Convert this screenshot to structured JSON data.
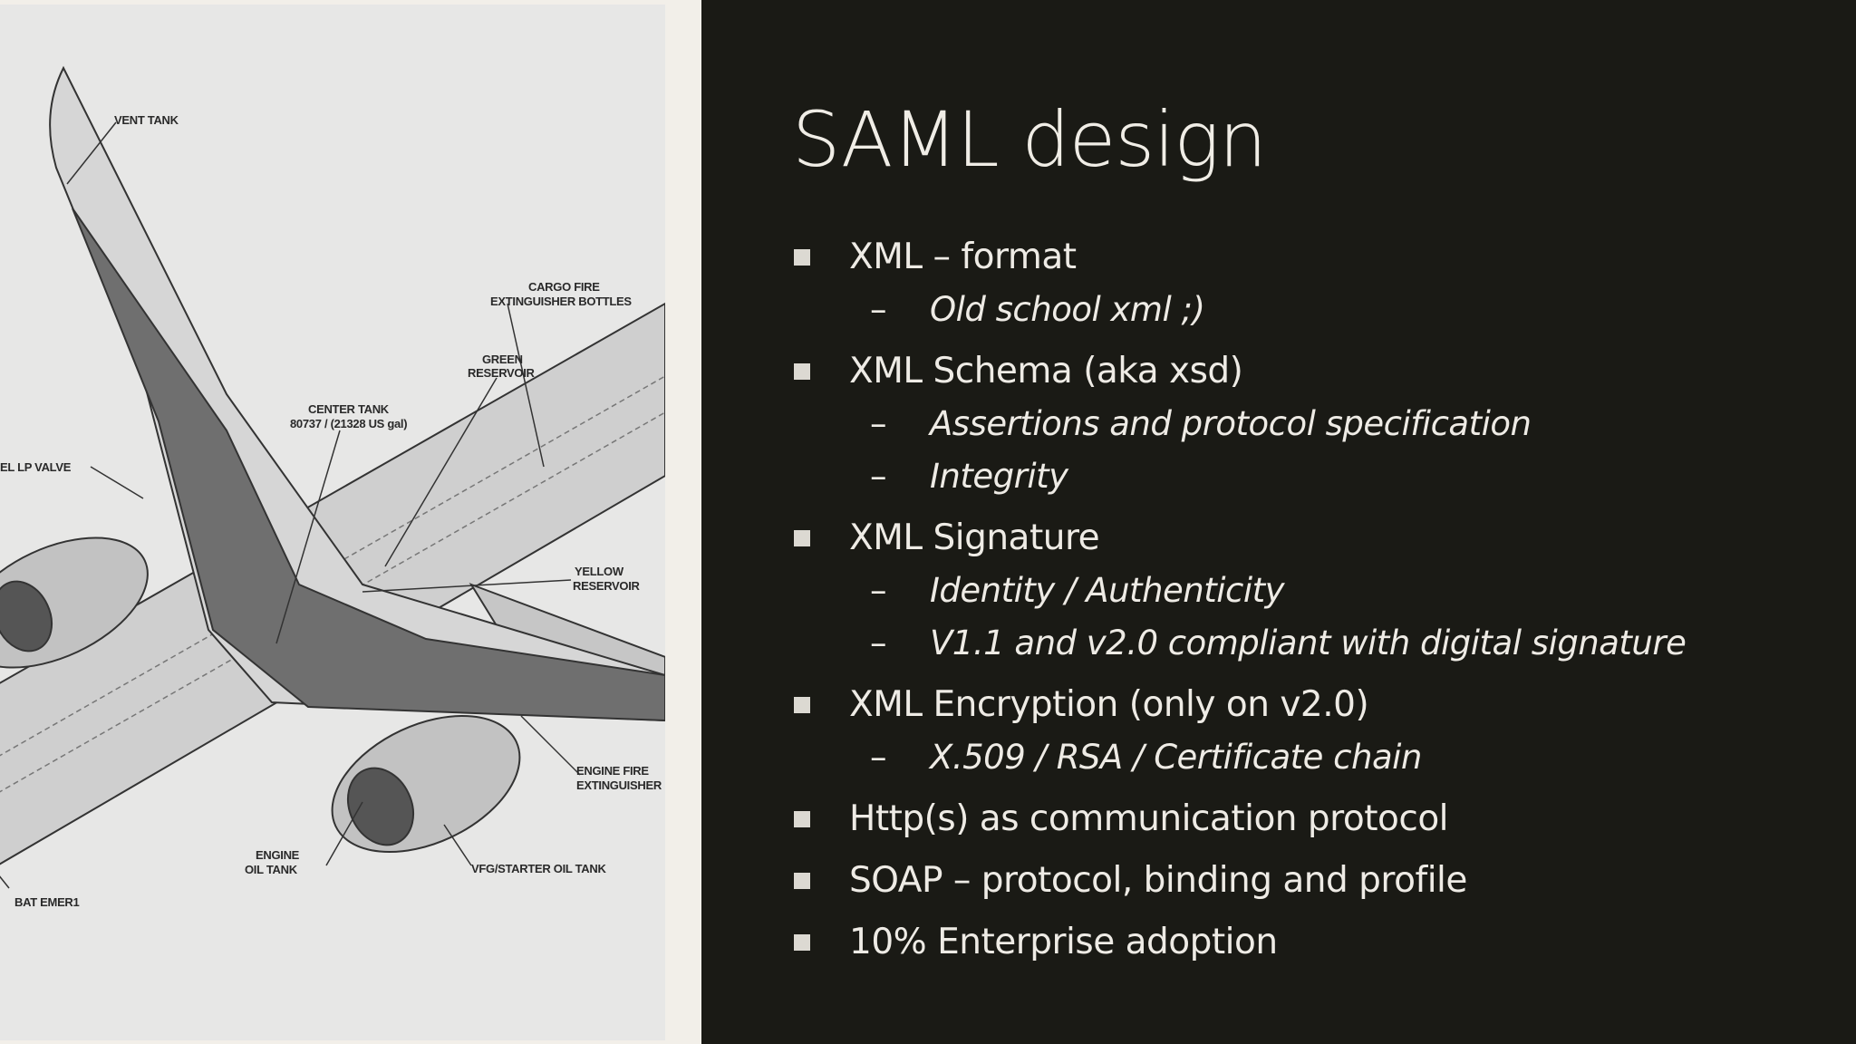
{
  "slide": {
    "title": "SAML design",
    "bullets": [
      {
        "text": "XML – format",
        "sub": [
          "Old school xml ;)"
        ]
      },
      {
        "text": "XML Schema (aka xsd)",
        "sub": [
          "Assertions and protocol specification",
          "Integrity"
        ]
      },
      {
        "text": "XML Signature",
        "sub": [
          "Identity / Authenticity",
          "V1.1 and v2.0 compliant with digital signature"
        ]
      },
      {
        "text": "XML Encryption (only on v2.0)",
        "sub": [
          "X.509 / RSA / Certificate chain"
        ]
      },
      {
        "text": "Http(s) as communication protocol",
        "sub": []
      },
      {
        "text": "SOAP – protocol, binding and profile",
        "sub": []
      },
      {
        "text": "10% Enterprise adoption",
        "sub": []
      }
    ],
    "sub_dash": "–"
  },
  "diagram": {
    "labels": {
      "vent_tank": "VENT TANK",
      "cargo_fire_1": "CARGO FIRE",
      "cargo_fire_2": "EXTINGUISHER BOTTLES",
      "green_res_1": "GREEN",
      "green_res_2": "RESERVOIR",
      "center_tank_1": "CENTER TANK",
      "center_tank_2": "80737 / (21328 US gal)",
      "lp_valve": "EL LP VALVE",
      "yellow_res_1": "YELLOW",
      "yellow_res_2": "RESERVOIR",
      "engine_fire_1": "ENGINE FIRE",
      "engine_fire_2": "EXTINGUISHER",
      "engine_oil_1": "ENGINE",
      "engine_oil_2": "OIL TANK",
      "vfg_oil": "VFG/STARTER OIL TANK",
      "bat_emer": "BAT EMER1"
    }
  },
  "colors": {
    "slide_background": "#1a1a15",
    "text": "#eeebe5",
    "bullet_square": "#dcd9d2",
    "diagram_background": "#e7e7e6",
    "wing_tank_fill": "#6f6f6f"
  }
}
